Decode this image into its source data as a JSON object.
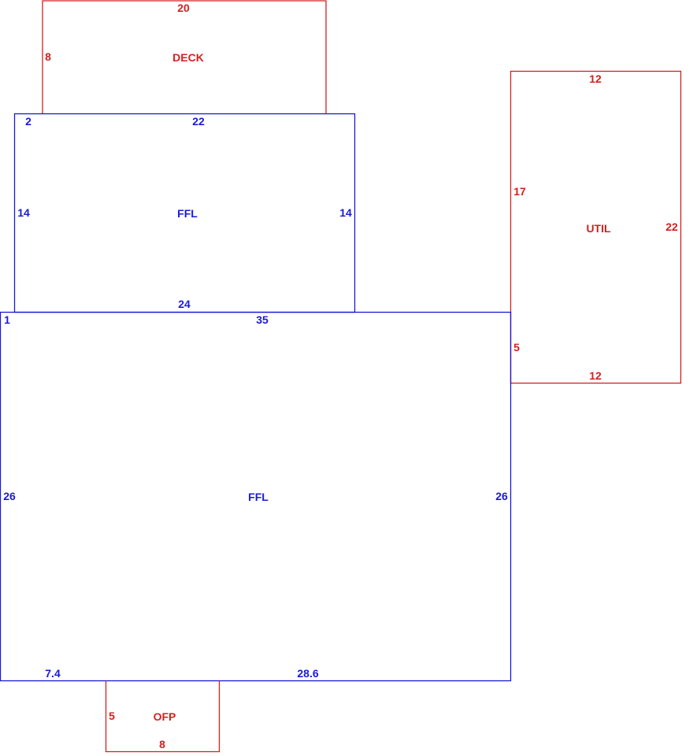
{
  "colors": {
    "living_area": "#1a1ad6",
    "other_area": "#d42020"
  },
  "areas": {
    "deck": {
      "name": "DECK",
      "dims": {
        "top": "20",
        "left": "8"
      }
    },
    "ffl_upper": {
      "name": "FFL",
      "dims": {
        "corner": "2",
        "top": "22",
        "left": "14",
        "right": "14",
        "bottom": "24"
      }
    },
    "util": {
      "name": "UTIL",
      "dims": {
        "top": "12",
        "left_upper": "17",
        "right": "22",
        "left_lower": "5",
        "bottom": "12"
      }
    },
    "ffl_main": {
      "name": "FFL",
      "dims": {
        "corner": "1",
        "top": "35",
        "left": "26",
        "right": "26",
        "bottom_left": "7.4",
        "bottom_right": "28.6"
      }
    },
    "ofp": {
      "name": "OFP",
      "dims": {
        "left": "5",
        "bottom": "8"
      }
    }
  }
}
